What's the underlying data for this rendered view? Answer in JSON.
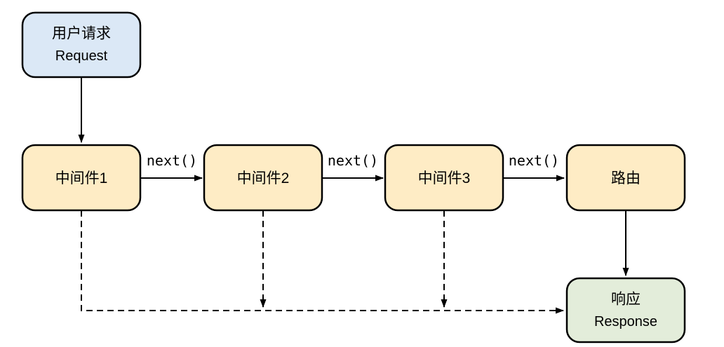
{
  "diagram": {
    "description": "middleware-request-flow",
    "colors": {
      "stroke": "#000000",
      "request_fill": "#dbe8f6",
      "middleware_fill": "#feecc5",
      "router_fill": "#feecc5",
      "response_fill": "#e3edda",
      "background": "#ffffff"
    },
    "nodes": {
      "request": {
        "line1": "用户请求",
        "line2": "Request",
        "fill": "#dbe8f6"
      },
      "middleware1": {
        "label": "中间件1",
        "fill": "#feecc5"
      },
      "middleware2": {
        "label": "中间件2",
        "fill": "#feecc5"
      },
      "middleware3": {
        "label": "中间件3",
        "fill": "#feecc5"
      },
      "router": {
        "label": "路由",
        "fill": "#feecc5"
      },
      "response": {
        "line1": "响应",
        "line2": "Response",
        "fill": "#e3edda"
      }
    },
    "edges": {
      "next1_label": "next()",
      "next2_label": "next()",
      "next3_label": "next()"
    }
  }
}
